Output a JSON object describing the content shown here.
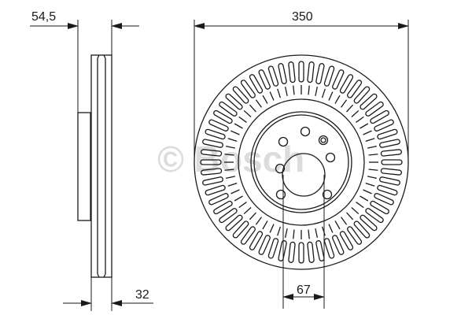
{
  "dimensions": {
    "hub_offset": "54,5",
    "thickness": "32",
    "diameter": "350",
    "center_bore": "67"
  },
  "watermark": "© Bosch",
  "colors": {
    "line": "#1a1a1a",
    "watermark": "#d9d9d9"
  }
}
